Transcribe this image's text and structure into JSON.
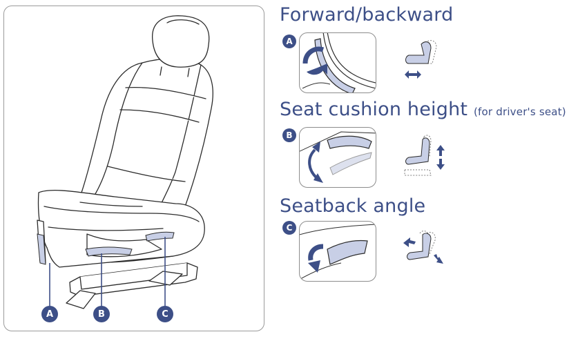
{
  "sections": [
    {
      "letter": "A",
      "title": "Forward/backward",
      "note": ""
    },
    {
      "letter": "B",
      "title": "Seat cushion height",
      "note": "(for driver's seat)"
    },
    {
      "letter": "C",
      "title": "Seatback angle",
      "note": ""
    }
  ],
  "callouts": [
    "A",
    "B",
    "C"
  ],
  "colors": {
    "accent": "#3d4f87",
    "highlight": "#c8cfe6",
    "outline": "#2b2b2b",
    "frame": "#9a9a9a"
  }
}
